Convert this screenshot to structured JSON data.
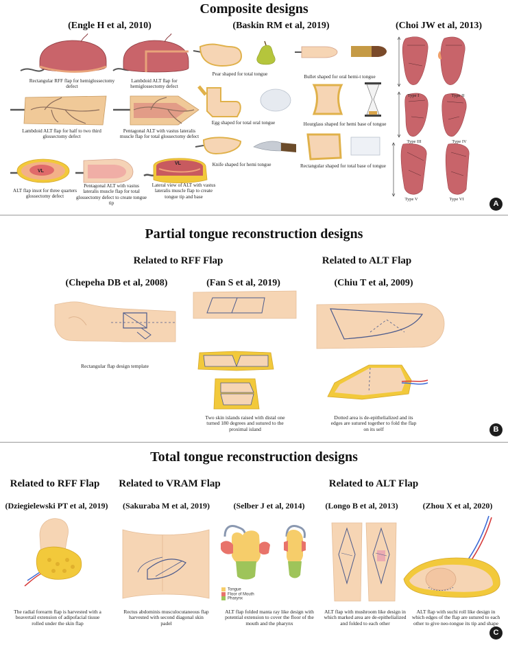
{
  "section_a": {
    "title": "Composite designs",
    "badge": "A",
    "engle": {
      "heading": "(Engle H et al, 2010)",
      "captions": [
        "Rectangular RFF flap for hemiglossectomy defect",
        "Lambdoid ALT flap for hemiglossectomy defect",
        "Lambdoid ALT flap for half to two third glossectomy defect",
        "Pentagonal ALT with vastus lateralis muscle flap for total glossectomy defect",
        "ALT flap insot for three quarters glossectomy defect",
        "Pentagonal ALT with vastus lateralis muscle flap for total glossectomy defect to create tongue tip",
        "Lateral view of ALT with vastus lateralis muscle flap to create tongue tip and base"
      ],
      "vl_label": "VL"
    },
    "baskin": {
      "heading": "(Baskin RM et al, 2019)",
      "captions": [
        "Pear shaped for total tongue",
        "Bullet shaped for oral hemi-t tongue",
        "Egg shaped for total oral tongue",
        "Hourglass shaped for hemi base of tongue",
        "Knife shaped for hemi tongue",
        "Rectangular shaped for total base of tongue"
      ]
    },
    "choi": {
      "heading": "(Choi JW et al, 2013)",
      "types": [
        "Type I",
        "Type II",
        "Type III",
        "Type IV",
        "Type V",
        "Type VI"
      ]
    }
  },
  "section_b": {
    "title": "Partial tongue reconstruction designs",
    "badge": "B",
    "rff_heading": "Related to RFF Flap",
    "alt_heading": "Related to ALT Flap",
    "chepeha": {
      "heading": "(Chepeha DB et al, 2008)",
      "caption": "Rectangular flap design template"
    },
    "fan": {
      "heading": "(Fan S et al, 2019)",
      "caption": "Two skin islands raised with distal one turned 180 degrees and sutured to the proximal island"
    },
    "chiu": {
      "heading": "(Chiu T et al, 2009)",
      "caption": "Dotted area is de-epithelialized and its edges are sutured together to fold the flap on its self"
    }
  },
  "section_c": {
    "title": "Total tongue reconstruction designs",
    "badge": "C",
    "rff_heading": "Related to RFF Flap",
    "vram_heading": "Related to VRAM Flap",
    "alt_heading": "Related to ALT Flap",
    "dziegielewski": {
      "heading": "(Dziegielewski PT et al, 2019)",
      "caption": "The radial forearm flap is harvested with a beavertail extension of adipofacial tissue rolled under the skin flap"
    },
    "sakuraba": {
      "heading": "(Sakuraba M et al, 2019)",
      "caption": "Rectus abdominis musculocutaneous flap harvested with second diagonal skin padel"
    },
    "selber": {
      "heading": "(Selber J et al, 2014)",
      "caption": "ALT flap folded manta ray like design with potential extension to cover the floor of the mouth and the pharynx",
      "legend": [
        {
          "label": "Tongue",
          "color": "#f6cd6a"
        },
        {
          "label": "Floor of Mouth",
          "color": "#e8736a"
        },
        {
          "label": "Pharynx",
          "color": "#9ec45a"
        }
      ]
    },
    "longo": {
      "heading": "(Longo B et al, 2013)",
      "caption": "ALT flap with mushroom like design in which marked area are de-epithelialized and folded to each other"
    },
    "zhou": {
      "heading": "(Zhou X et al, 2020)",
      "caption": "ALT flap with suchi roll like design in which edges of the flap are sutured to each other to give neo-tongue its tip and shape"
    }
  },
  "colors": {
    "skin": "#f6d5b4",
    "fat": "#f2c93b",
    "tongue": "#c8646a",
    "muscle": "#d94a4a",
    "outline": "#4b5a8c",
    "artery": "#d63b3b",
    "vein": "#3b6ad6"
  }
}
